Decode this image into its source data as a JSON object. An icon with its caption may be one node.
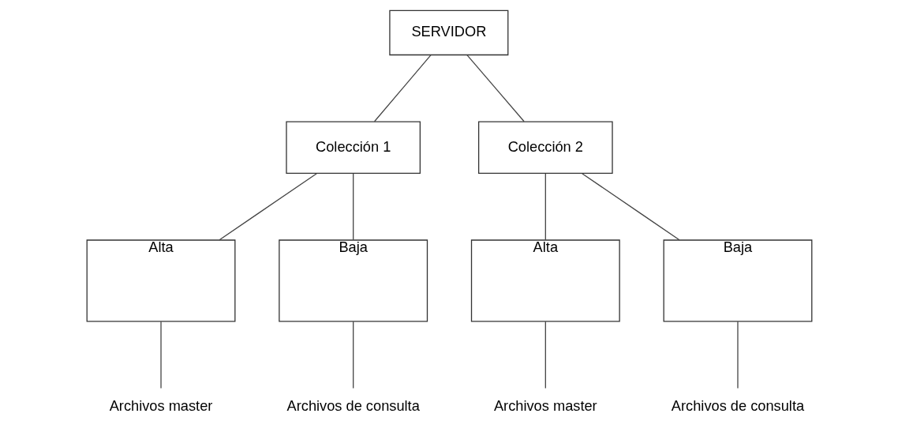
{
  "diagram": {
    "nodes": [
      {
        "text": [
          "SERVIDOR"
        ]
      },
      {
        "text": [
          "Colección 1"
        ]
      },
      {
        "text": [
          "Colección 2"
        ]
      },
      {
        "text": [
          "Alta"
        ]
      },
      {
        "text": [
          "Baja"
        ]
      },
      {
        "text": [
          "Alta"
        ]
      },
      {
        "text": [
          "Baja"
        ]
      },
      {
        "text": [
          "Archivos master"
        ]
      },
      {
        "text": [
          "Archivos de consulta"
        ]
      },
      {
        "text": [
          "Archivos master"
        ]
      },
      {
        "text": [
          "Archivos de consulta"
        ]
      }
    ],
    "edges": [
      {
        "from": 0,
        "to": 1,
        "arrow": "none"
      },
      {
        "from": 0,
        "to": 2,
        "arrow": "none"
      },
      {
        "from": 1,
        "to": 3,
        "arrow": "none"
      },
      {
        "from": 1,
        "to": 4,
        "arrow": "none"
      },
      {
        "from": 2,
        "to": 5,
        "arrow": "none"
      },
      {
        "from": 2,
        "to": 6,
        "arrow": "none"
      },
      {
        "from": 3,
        "to": 7,
        "arrow": "none"
      },
      {
        "from": 4,
        "to": 8,
        "arrow": "none"
      },
      {
        "from": 5,
        "to": 9,
        "arrow": "none"
      },
      {
        "from": 6,
        "to": 10,
        "arrow": "none"
      }
    ]
  }
}
